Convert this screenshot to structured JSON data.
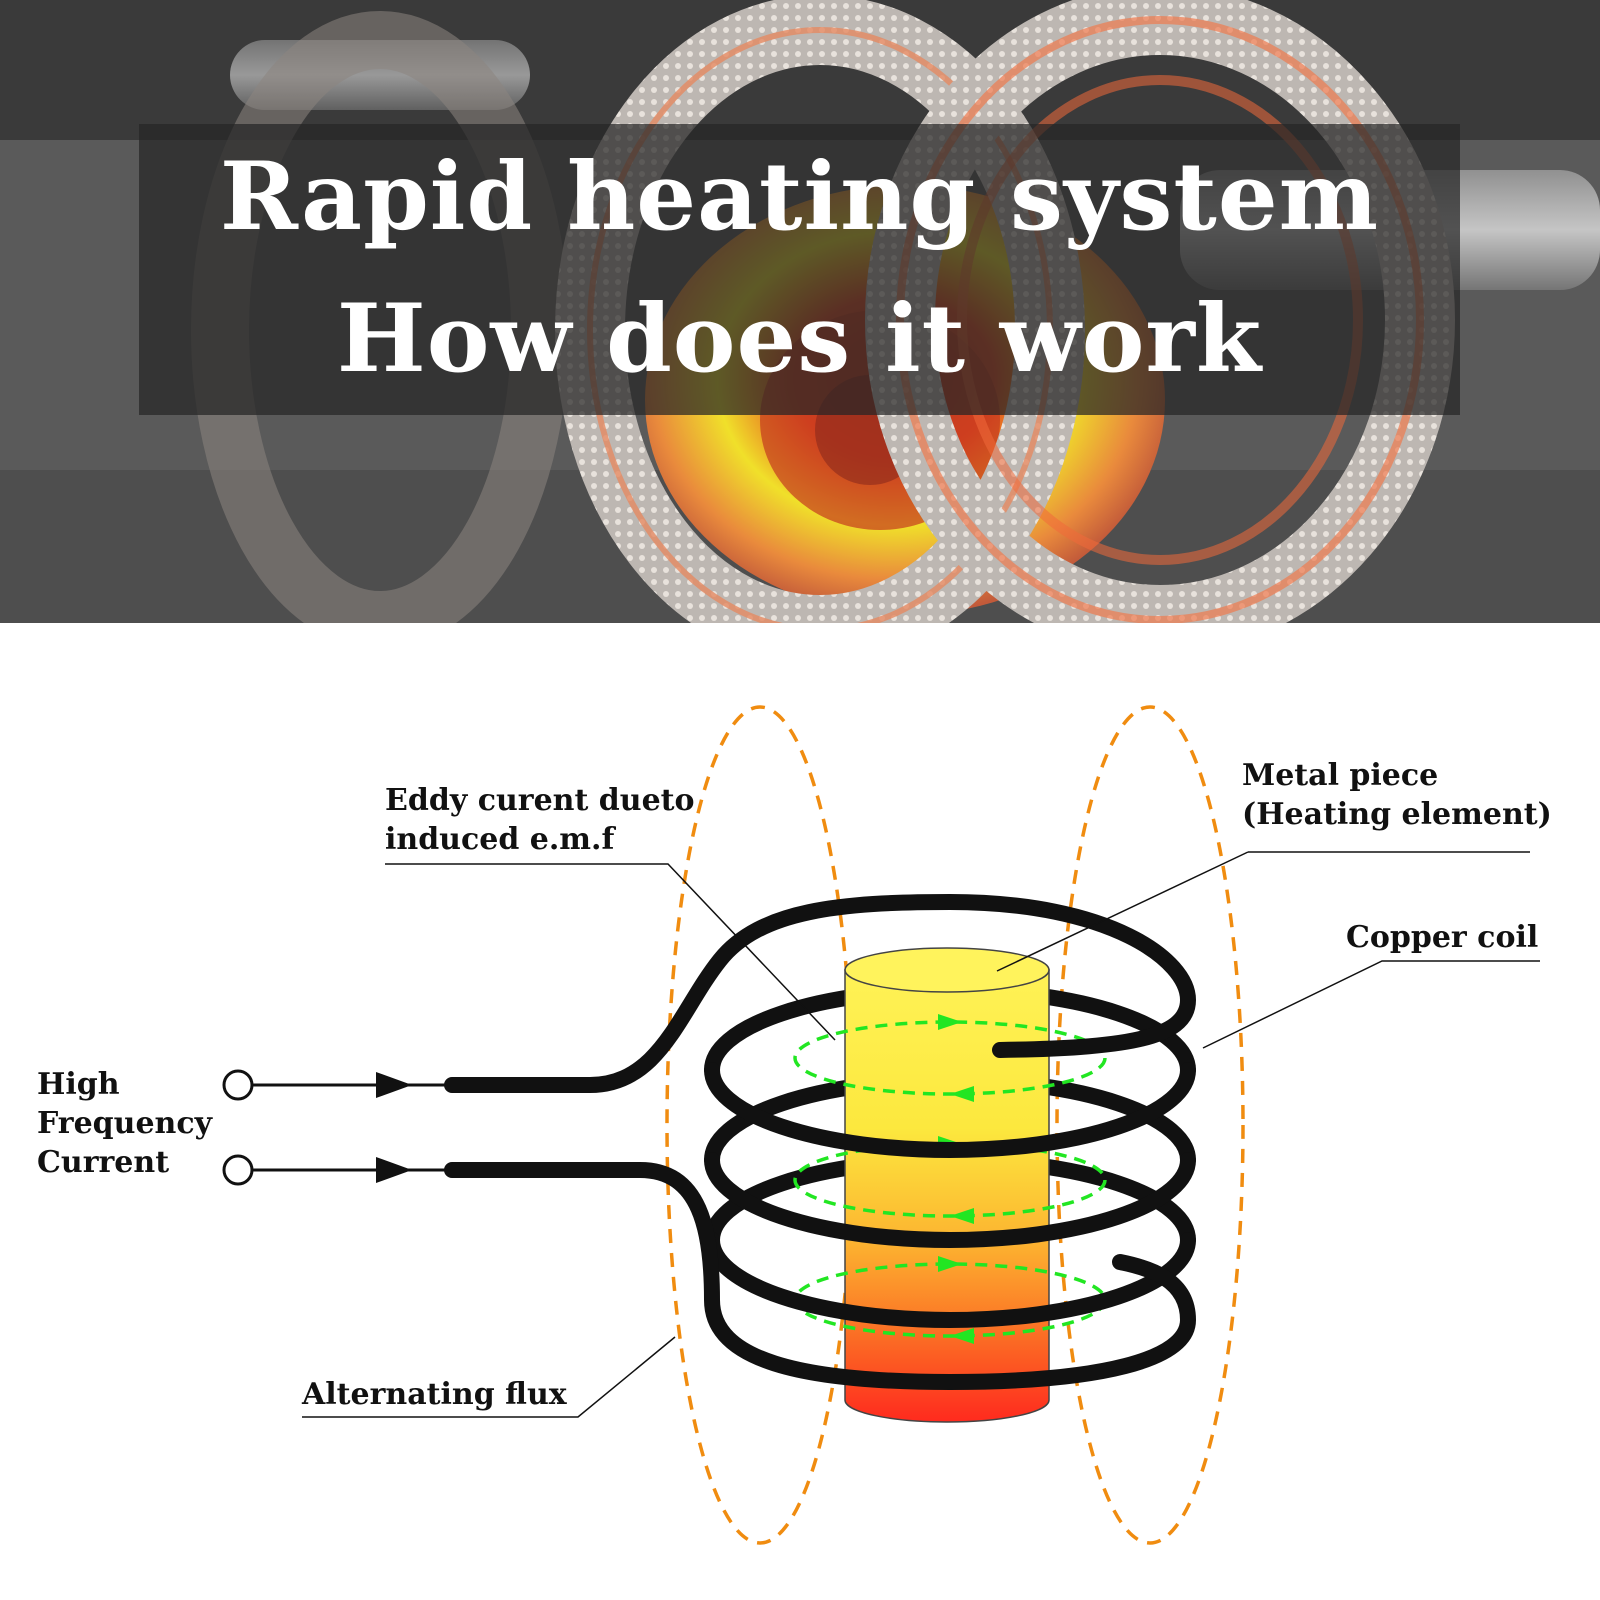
{
  "title": {
    "line1": "Rapid heating system",
    "line2": "How does it work"
  },
  "labels": {
    "eddy_line1": "Eddy curent dueto",
    "eddy_line2": "induced e.m.f",
    "metal_line1": "Metal piece",
    "metal_line2": "(Heating element)",
    "copper_coil": "Copper coil",
    "current_line1": "High",
    "current_line2": "Frequency",
    "current_line3": "Current",
    "flux": "Alternating flux"
  },
  "colors": {
    "coil": "#111111",
    "flux": "#f08c10",
    "eddy": "#22e622",
    "metal_top": "#fff14a",
    "metal_bottom": "#ff2a1e",
    "title_text": "#ffffff"
  }
}
